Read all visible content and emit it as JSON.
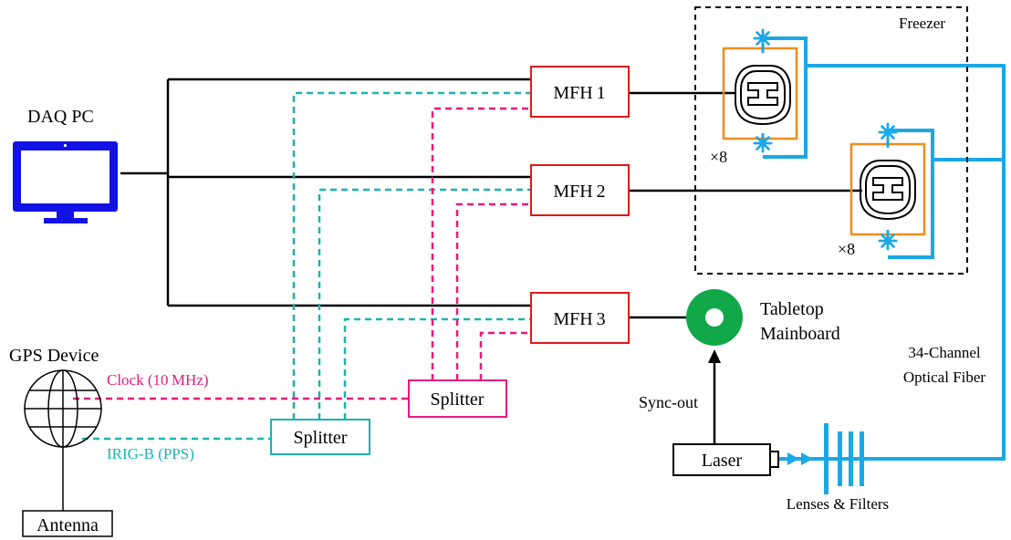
{
  "labels": {
    "daq_pc": "DAQ PC",
    "gps_device": "GPS Device",
    "antenna": "Antenna",
    "clock": "Clock (10 MHz)",
    "irig": "IRIG-B (PPS)",
    "splitter_cyan": "Splitter",
    "splitter_magenta": "Splitter",
    "mfh1": "MFH 1",
    "mfh2": "MFH 2",
    "mfh3": "MFH 3",
    "freezer": "Freezer",
    "mult1": "×8",
    "mult2": "×8",
    "tabletop_line1": "Tabletop",
    "tabletop_line2": "Mainboard",
    "sync_out": "Sync-out",
    "laser": "Laser",
    "lenses": "Lenses & Filters",
    "fiber_line1": "34-Channel",
    "fiber_line2": "Optical Fiber"
  },
  "colors": {
    "black": "#000000",
    "monitor_blue": "#1212e6",
    "cyan_signal": "#1ab3b3",
    "magenta_signal": "#e6197f",
    "fiber_blue": "#1aa8e6",
    "mfh_red": "#e01818",
    "holder_orange": "#f08c1e",
    "mainboard_green": "#11a84a"
  },
  "icons": [
    "monitor-icon",
    "globe-icon",
    "detector-icon",
    "mainboard-disc-icon",
    "fiber-connector-icon"
  ]
}
